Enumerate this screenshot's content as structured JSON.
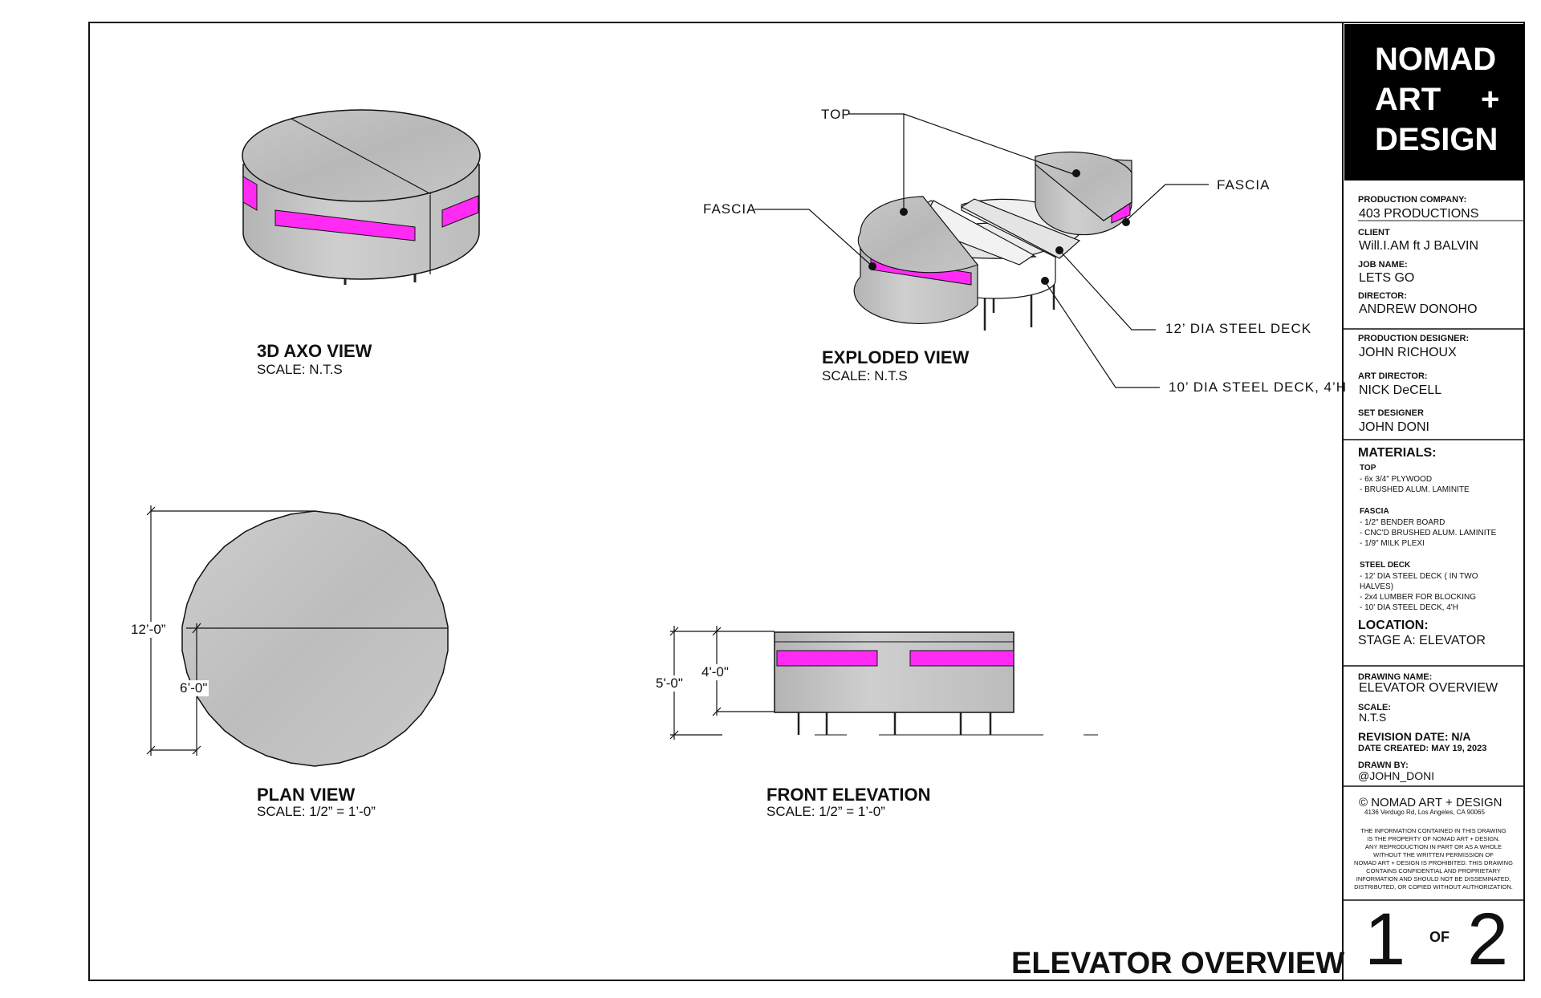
{
  "views": {
    "axo": {
      "title": "3D AXO VIEW",
      "scale": "SCALE: N.T.S"
    },
    "exploded": {
      "title": "EXPLODED VIEW",
      "scale": "SCALE: N.T.S"
    },
    "plan": {
      "title": "PLAN VIEW",
      "scale": "SCALE: 1/2” = 1’-0”"
    },
    "front": {
      "title": "FRONT ELEVATION",
      "scale": "SCALE: 1/2” = 1’-0”"
    }
  },
  "callouts": {
    "top": "TOP",
    "fascia_left": "FASCIA",
    "fascia_right": "FASCIA",
    "deck12": "12’ DIA STEEL DECK",
    "deck10": "10’ DIA STEEL DECK, 4’H"
  },
  "dimensions": {
    "plan_overall": "12’-0”",
    "plan_half": "6’-0\"",
    "front_overall": "5'-0\"",
    "front_deck": "4'-0\""
  },
  "sheet_title": "ELEVATOR OVERVIEW",
  "title_block": {
    "logo": [
      "NOMAD",
      "ART",
      "+",
      "DESIGN"
    ],
    "production_company": {
      "label": "PRODUCTION COMPANY:",
      "value": "403 PRODUCTIONS"
    },
    "client": {
      "label": "CLIENT",
      "value": "Will.I.AM ft J BALVIN"
    },
    "job_name": {
      "label": "JOB NAME:",
      "value": "LETS GO"
    },
    "director": {
      "label": "DIRECTOR:",
      "value": "ANDREW DONOHO"
    },
    "production_designer": {
      "label": "PRODUCTION DESIGNER:",
      "value": "JOHN RICHOUX"
    },
    "art_director": {
      "label": "ART DIRECTOR:",
      "value": "NICK DeCELL"
    },
    "set_designer": {
      "label": "SET DESIGNER",
      "value": "JOHN DONI"
    },
    "materials": {
      "heading": "MATERIALS:",
      "groups": [
        {
          "name": "TOP",
          "items": [
            "- 6x 3/4\" PLYWOOD",
            "- BRUSHED ALUM. LAMINITE"
          ]
        },
        {
          "name": "FASCIA",
          "items": [
            "- 1/2\" BENDER BOARD",
            "- CNC'D BRUSHED ALUM. LAMINITE",
            "- 1/9\" MILK PLEXI"
          ]
        },
        {
          "name": "STEEL DECK",
          "items": [
            "- 12' DIA STEEL DECK ( IN TWO",
            "HALVES)",
            "- 2x4 LUMBER FOR BLOCKING",
            "- 10' DIA STEEL DECK, 4'H"
          ]
        }
      ]
    },
    "location": {
      "label": "LOCATION:",
      "value": "STAGE A: ELEVATOR"
    },
    "drawing_name": {
      "label": "DRAWING NAME:",
      "value": "ELEVATOR OVERVIEW"
    },
    "scale": {
      "label": "SCALE:",
      "value": "N.T.S"
    },
    "revision_date": "REVISION DATE: N/A",
    "date_created": "DATE CREATED: MAY 19, 2023",
    "drawn_by": {
      "label": "DRAWN BY:",
      "value": "@JOHN_DONI"
    },
    "copyright": "© NOMAD ART + DESIGN",
    "address": "4136 Verdugo Rd, Los Angeles, CA 90065",
    "notice": [
      "THE INFORMATION CONTAINED IN THIS DRAWING",
      "IS THE PROPERTY OF NOMAD ART + DESIGN.",
      "ANY REPRODUCTION IN PART OR AS A WHOLE",
      "WITHOUT THE WRITTEN PERMISSION OF",
      "NOMAD ART + DESIGN IS PROHIBITED. THIS DRAWING",
      "CONTAINS CONFIDENTIAL AND PROPRIETARY",
      "INFORMATION AND SHOULD NOT BE DISSEMINATED,",
      "DISTRIBUTED, OR COPIED WITHOUT AUTHORIZATION."
    ],
    "sheet_number": "1",
    "sheet_of": "OF",
    "sheet_total": "2"
  },
  "colors": {
    "fascia": "#ff2bf4",
    "metal": "#c4c4c4",
    "metal_dark": "#a8a8a8",
    "deck": "#eeeeee",
    "ink": "#111111"
  }
}
